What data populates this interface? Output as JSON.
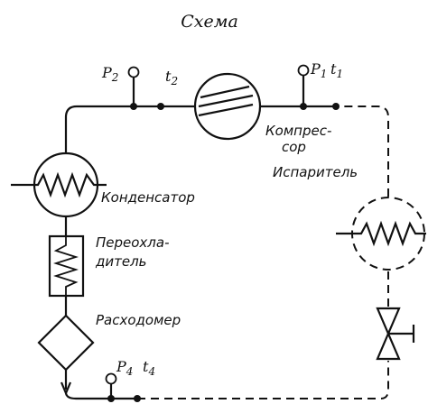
{
  "title": "Схема",
  "labels": {
    "compressor_1": "Компрес-",
    "compressor_2": "сор",
    "evaporator": "Испаритель",
    "condenser": "Конденсатор",
    "subcooler_1": "Переохла-",
    "subcooler_2": "дитель",
    "flowmeter": "Расходомер"
  },
  "points": {
    "p1": "P",
    "p1_sub": "1",
    "t1": "t",
    "t1_sub": "1",
    "p2": "P",
    "p2_sub": "2",
    "t2": "t",
    "t2_sub": "2",
    "p4": "P",
    "p4_sub": "4",
    "t4": "t",
    "t4_sub": "4"
  }
}
